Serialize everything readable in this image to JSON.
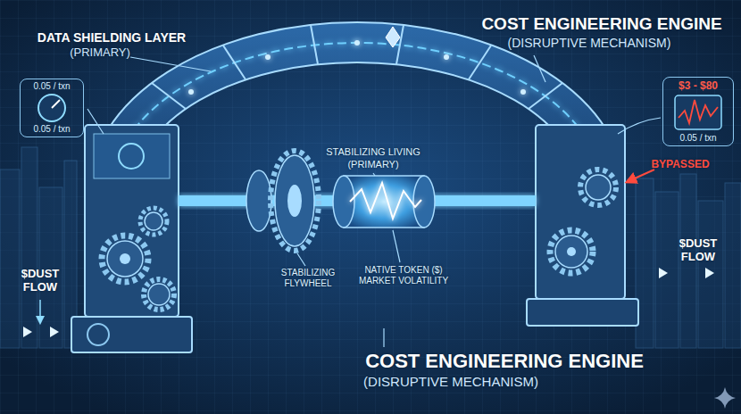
{
  "diagram": {
    "nodes": [
      {
        "text": [
          "0.05 / txn",
          "0.05 / txn"
        ]
      },
      {
        "text": [
          "$3 - $80",
          "0.05 / txn"
        ]
      }
    ],
    "labels": [
      "DATA SHIELDING LAYER",
      "(PRIMARY)",
      "COST ENGINEERING ENGINE",
      "(DISRUPTIVE MECHANISM)",
      "STABILIZING LIVING",
      "(PRIMARY)",
      "BYPASSED",
      "$DUST FLOW",
      "$DUST FLOW",
      "STABILIZING FLYWHEEL",
      "NATIVE TOKEN ($) MARKET VOLATILITY",
      "COST ENGINEERING ENGINE",
      "(DISRUPTIVE MECHANISM)"
    ]
  }
}
